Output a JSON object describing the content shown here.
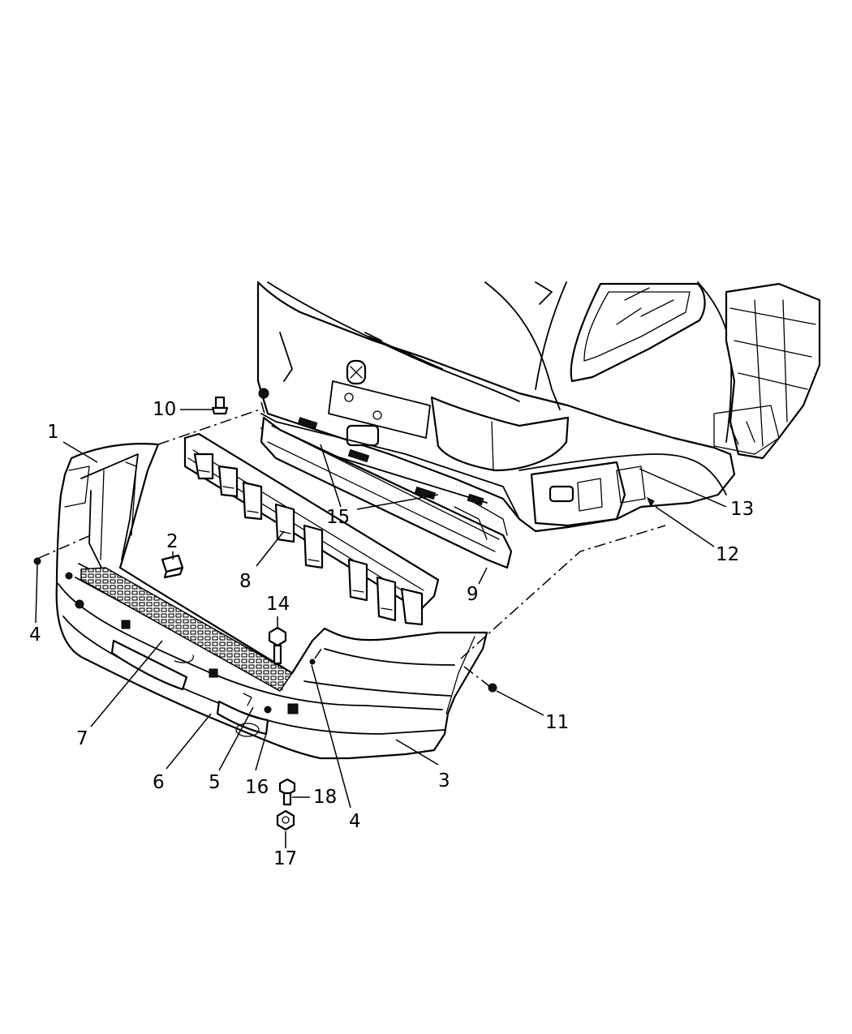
{
  "callouts": {
    "c1": "1",
    "c2": "2",
    "c3": "3",
    "c4a": "4",
    "c4b": "4",
    "c5": "5",
    "c6": "6",
    "c7": "7",
    "c8": "8",
    "c9": "9",
    "c10": "10",
    "c11": "11",
    "c12": "12",
    "c13": "13",
    "c14": "14",
    "c15": "15",
    "c16": "16",
    "c17": "17",
    "c18": "18"
  }
}
